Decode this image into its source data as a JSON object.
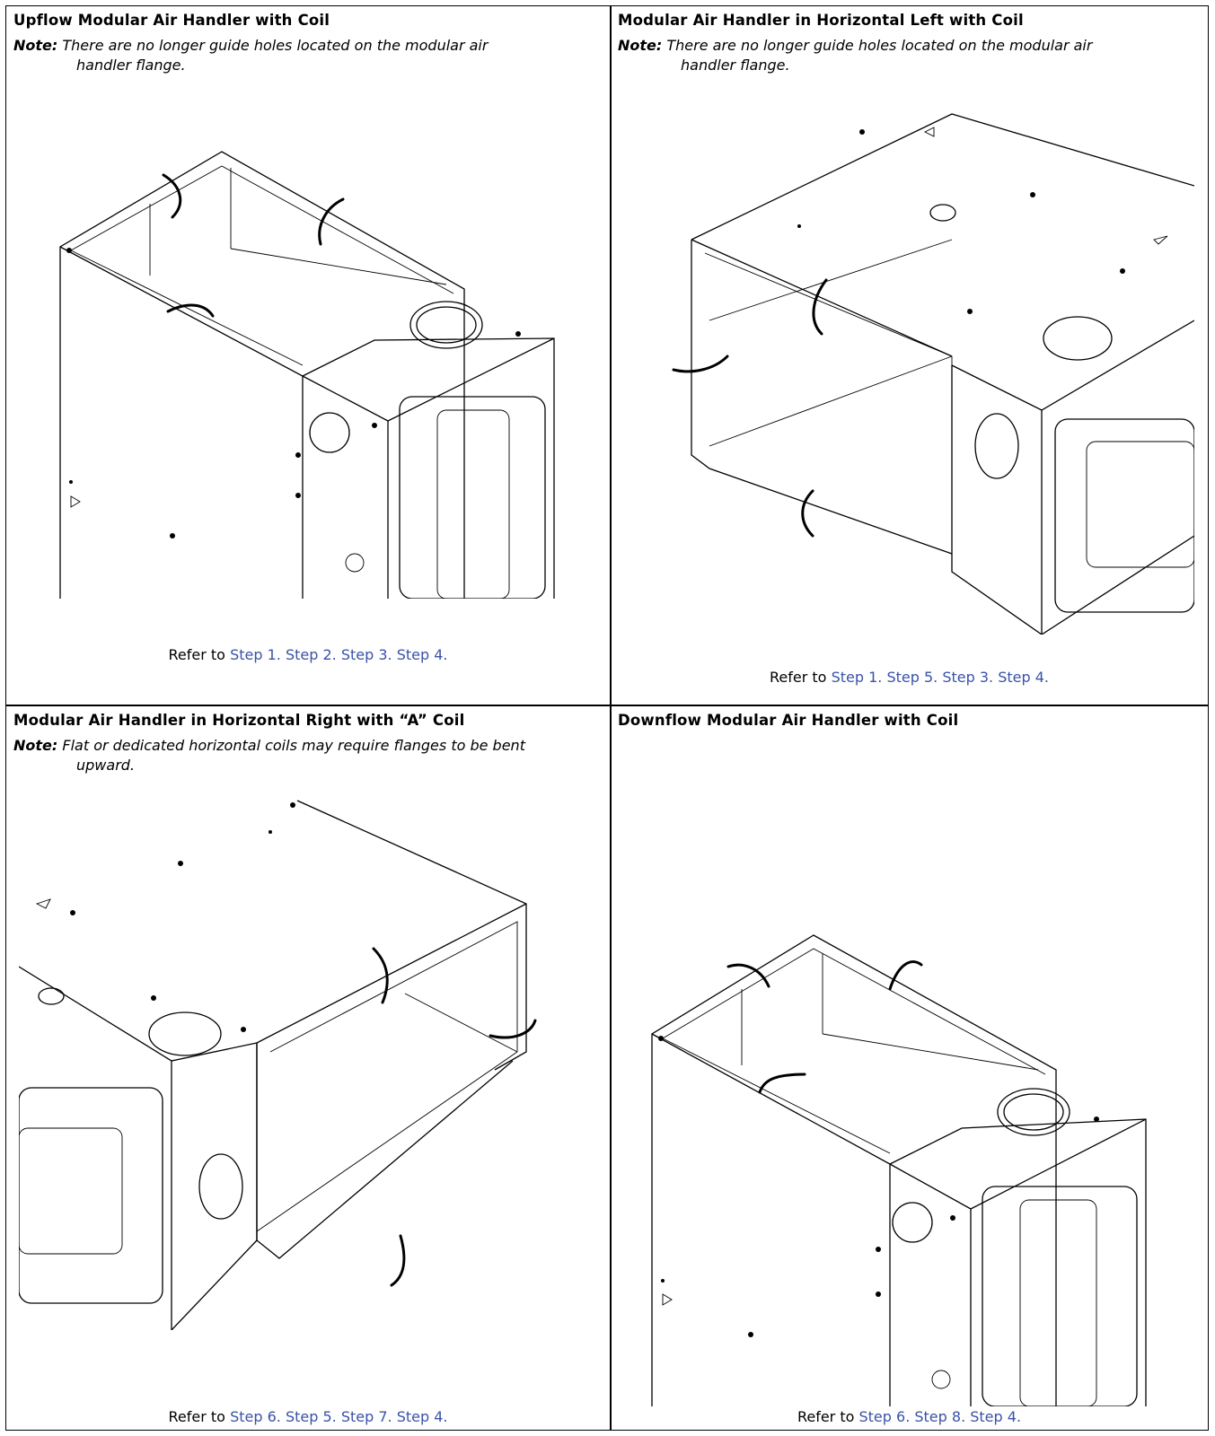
{
  "panels": [
    {
      "title": "Upflow Modular Air Handler with Coil",
      "note_label": "Note:",
      "note_text": "There are no longer guide holes located on the modular air",
      "note_text_cont": "handler flange.",
      "refer_prefix": "Refer to",
      "refer_links": [
        "Step 1.",
        "Step 2.",
        "Step 3.",
        "Step 4."
      ]
    },
    {
      "title": "Modular Air Handler in Horizontal Left with Coil",
      "note_label": "Note:",
      "note_text": "There are no longer guide holes located on the modular air",
      "note_text_cont": "handler flange.",
      "refer_prefix": "Refer to",
      "refer_links": [
        "Step 1.",
        "Step 5.",
        "Step 3.",
        "Step 4."
      ]
    },
    {
      "title": "Modular Air Handler in Horizontal Right with “A” Coil",
      "note_label": "Note:",
      "note_text": "Flat or dedicated horizontal coils may require flanges to be bent",
      "note_text_cont": "upward.",
      "refer_prefix": "Refer to",
      "refer_links": [
        "Step 6.",
        "Step 5.",
        "Step 7.",
        "Step 4."
      ]
    },
    {
      "title": "Downflow Modular Air Handler with Coil",
      "refer_prefix": "Refer to",
      "refer_links": [
        "Step 6.",
        "Step 8.",
        "Step 4."
      ]
    }
  ]
}
